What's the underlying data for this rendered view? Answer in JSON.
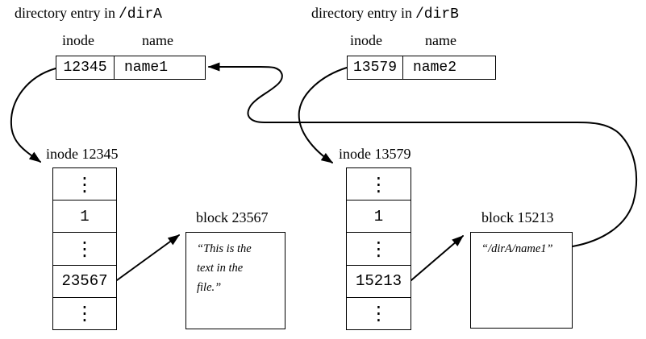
{
  "colors": {
    "ink": "#000000",
    "background": "#ffffff"
  },
  "dirA": {
    "title_prefix": "directory entry in",
    "title_path": "/dirA",
    "col_inode": "inode",
    "col_name": "name",
    "inode_value": "12345",
    "name_value": "name1"
  },
  "dirB": {
    "title_prefix": "directory entry in",
    "title_path": "/dirB",
    "col_inode": "inode",
    "col_name": "name",
    "inode_value": "13579",
    "name_value": "name2"
  },
  "inodeA": {
    "label": "inode 12345",
    "cells": [
      "⋮",
      "1",
      "⋮",
      "23567",
      "⋮"
    ]
  },
  "inodeB": {
    "label": "inode 13579",
    "cells": [
      "⋮",
      "1",
      "⋮",
      "15213",
      "⋮"
    ]
  },
  "blockA": {
    "label": "block 23567",
    "lines": [
      "“This is the",
      "text in the",
      "file.”"
    ]
  },
  "blockB": {
    "label": "block 15213",
    "text": "“/dirA/name1”"
  }
}
